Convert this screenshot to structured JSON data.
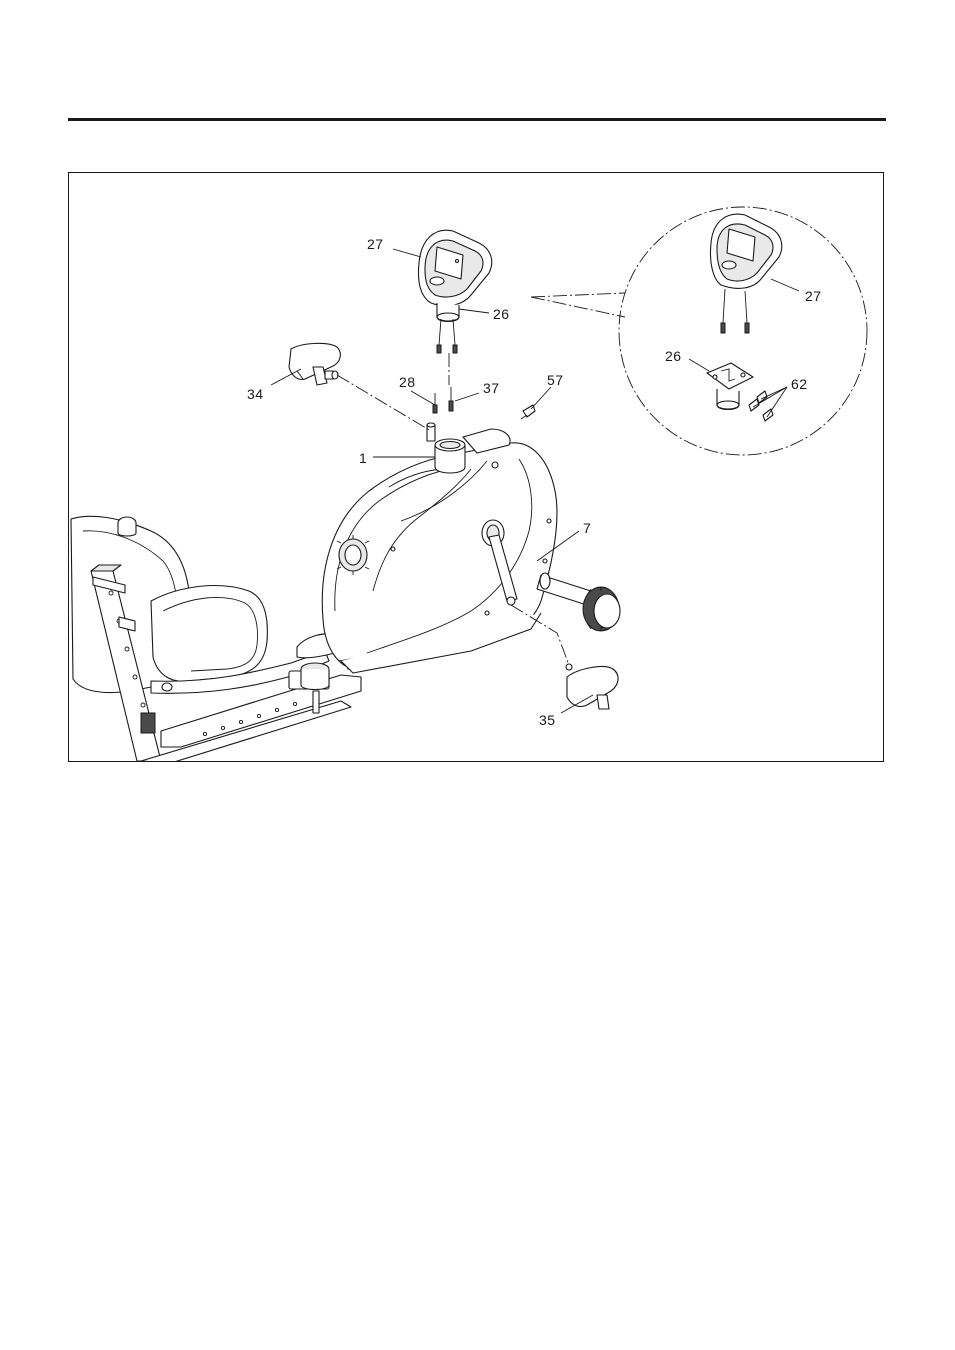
{
  "figure": {
    "callouts": {
      "c27_main": "27",
      "c26_main": "26",
      "c34": "34",
      "c28": "28",
      "c37": "37",
      "c57": "57",
      "c1": "1",
      "c7": "7",
      "c35": "35",
      "c27_detail": "27",
      "c26_detail": "26",
      "c62": "62"
    }
  }
}
